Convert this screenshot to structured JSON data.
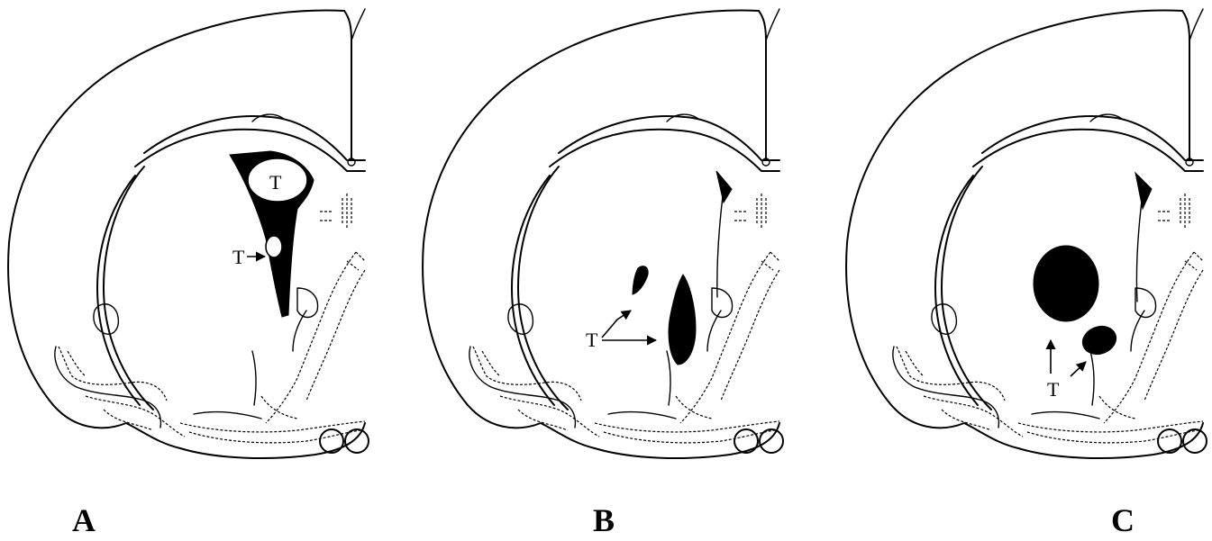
{
  "panels": [
    {
      "letter": "A",
      "region_label": "T",
      "arrow_label": "T"
    },
    {
      "letter": "B",
      "lesion_label": "T"
    },
    {
      "letter": "C",
      "lesion_label": "T"
    }
  ]
}
